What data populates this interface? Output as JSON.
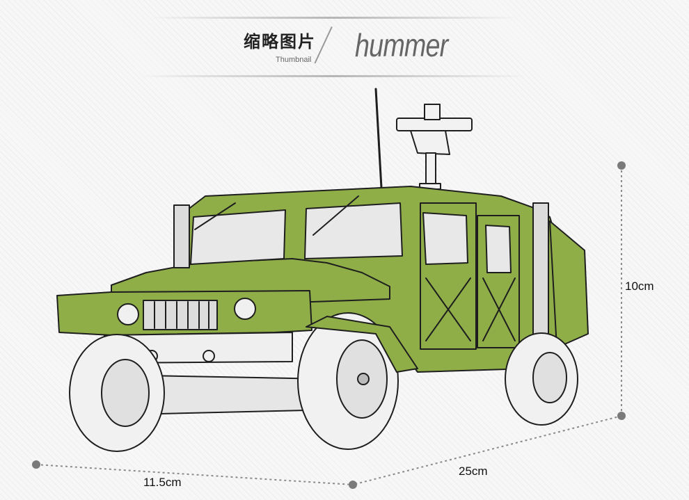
{
  "header": {
    "title_cn": "缩略图片",
    "title_en": "Thumbnail",
    "brand": "hummer"
  },
  "dimensions": {
    "height": "10cm",
    "length": "25cm",
    "width": "11.5cm"
  },
  "colors": {
    "body_green": "#8fae48",
    "line": "#1e1e1e",
    "dim_line": "#888888",
    "dim_dot": "#7a7a7a"
  },
  "icons": {
    "vehicle": "hummer-military-vehicle-illustration"
  }
}
